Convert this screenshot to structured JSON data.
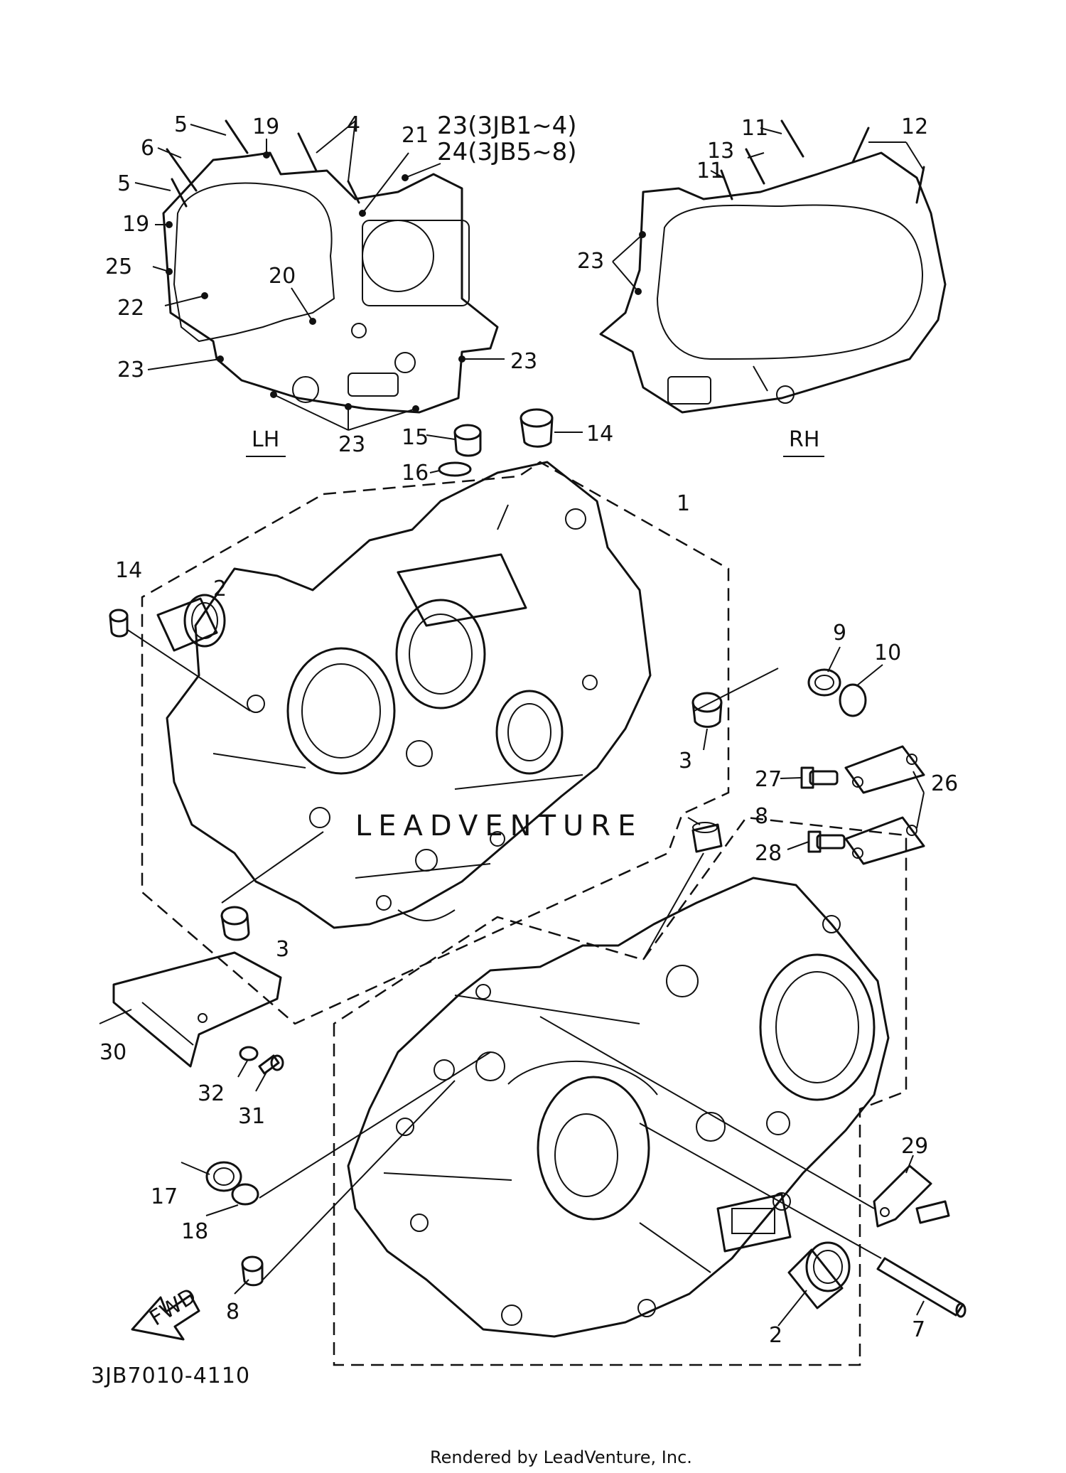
{
  "diagram": {
    "code": "3JB7010-4110",
    "footer": "Rendered by LeadVenture, Inc.",
    "watermark": "LEADVENTURE",
    "view_labels": {
      "lh": "LH",
      "rh": "RH"
    },
    "fwd_label": "FWD",
    "notes": {
      "n23": "23(3JB1~4)",
      "n24": "24(3JB5~8)"
    },
    "callouts": [
      {
        "id": "c1",
        "label": "1"
      },
      {
        "id": "c2a",
        "label": "2"
      },
      {
        "id": "c2b",
        "label": "2"
      },
      {
        "id": "c3a",
        "label": "3"
      },
      {
        "id": "c3b",
        "label": "3"
      },
      {
        "id": "c4",
        "label": "4"
      },
      {
        "id": "c5a",
        "label": "5"
      },
      {
        "id": "c5b",
        "label": "5"
      },
      {
        "id": "c6",
        "label": "6"
      },
      {
        "id": "c7",
        "label": "7"
      },
      {
        "id": "c8a",
        "label": "8"
      },
      {
        "id": "c8b",
        "label": "8"
      },
      {
        "id": "c9",
        "label": "9"
      },
      {
        "id": "c10",
        "label": "10"
      },
      {
        "id": "c11a",
        "label": "11"
      },
      {
        "id": "c11b",
        "label": "11"
      },
      {
        "id": "c12",
        "label": "12"
      },
      {
        "id": "c13",
        "label": "13"
      },
      {
        "id": "c14a",
        "label": "14"
      },
      {
        "id": "c14b",
        "label": "14"
      },
      {
        "id": "c15",
        "label": "15"
      },
      {
        "id": "c16",
        "label": "16"
      },
      {
        "id": "c17",
        "label": "17"
      },
      {
        "id": "c18",
        "label": "18"
      },
      {
        "id": "c19a",
        "label": "19"
      },
      {
        "id": "c19b",
        "label": "19"
      },
      {
        "id": "c20",
        "label": "20"
      },
      {
        "id": "c21",
        "label": "21"
      },
      {
        "id": "c22",
        "label": "22"
      },
      {
        "id": "c23a",
        "label": "23"
      },
      {
        "id": "c23b",
        "label": "23"
      },
      {
        "id": "c23c",
        "label": "23"
      },
      {
        "id": "c23d",
        "label": "23"
      },
      {
        "id": "c25",
        "label": "25"
      },
      {
        "id": "c26",
        "label": "26"
      },
      {
        "id": "c27",
        "label": "27"
      },
      {
        "id": "c28",
        "label": "28"
      },
      {
        "id": "c29",
        "label": "29"
      },
      {
        "id": "c30",
        "label": "30"
      },
      {
        "id": "c31",
        "label": "31"
      },
      {
        "id": "c32",
        "label": "32"
      }
    ]
  }
}
